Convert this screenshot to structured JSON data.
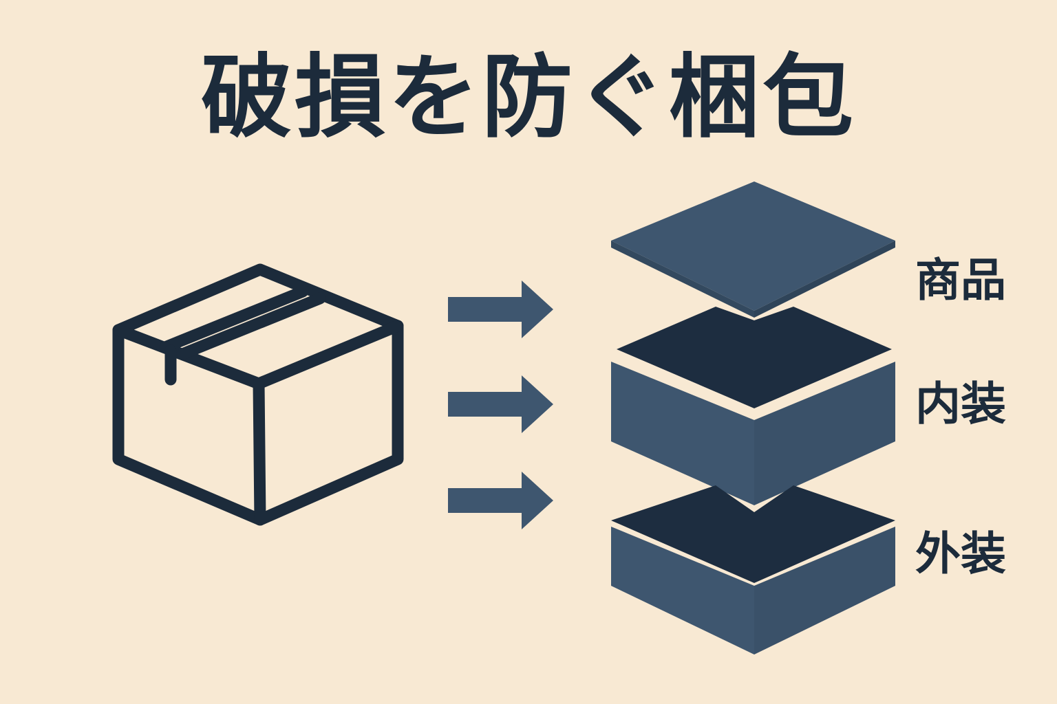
{
  "title": "破損を防ぐ梱包",
  "layers": [
    {
      "label": "商品"
    },
    {
      "label": "内装"
    },
    {
      "label": "外装"
    }
  ],
  "colors": {
    "background": "#f8e9d3",
    "ink": "#1c2b3b",
    "layer_side": "#3e566f",
    "layer_top": "#1d2d40",
    "arrow": "#3e566f"
  },
  "icons": [
    "cardboard-box-icon",
    "arrow-right-icon"
  ]
}
